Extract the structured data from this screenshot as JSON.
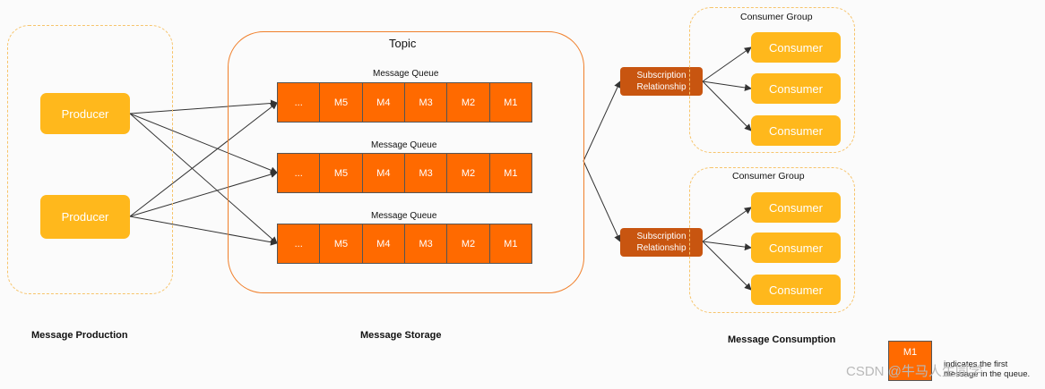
{
  "sections": {
    "production": "Message Production",
    "storage": "Message Storage",
    "consumption": "Message Consumption"
  },
  "topic": {
    "title": "Topic"
  },
  "producers": [
    "Producer",
    "Producer"
  ],
  "queues": [
    {
      "label": "Message Queue",
      "cells": [
        "...",
        "M5",
        "M4",
        "M3",
        "M2",
        "M1"
      ]
    },
    {
      "label": "Message Queue",
      "cells": [
        "...",
        "M5",
        "M4",
        "M3",
        "M2",
        "M1"
      ]
    },
    {
      "label": "Message Queue",
      "cells": [
        "...",
        "M5",
        "M4",
        "M3",
        "M2",
        "M1"
      ]
    }
  ],
  "subscriptions": [
    {
      "line1": "Subscription",
      "line2": "Relationship"
    },
    {
      "line1": "Subscription",
      "line2": "Relationship"
    }
  ],
  "consumer_groups": [
    {
      "title": "Consumer Group",
      "consumers": [
        "Consumer",
        "Consumer",
        "Consumer"
      ]
    },
    {
      "title": "Consumer Group",
      "consumers": [
        "Consumer",
        "Consumer",
        "Consumer"
      ]
    }
  ],
  "legend": {
    "swatch": "M1",
    "line1": "indicates the first",
    "line2": "message in the queue."
  },
  "watermark": "CSDN @牛马人生同学",
  "colors": {
    "producer": "#ffb81c",
    "consumer": "#ffb81c",
    "queue_cell": "#ff6a00",
    "subscription": "#c85510",
    "topic_border": "#f07f2a",
    "dashed_border": "#f7c46b"
  }
}
